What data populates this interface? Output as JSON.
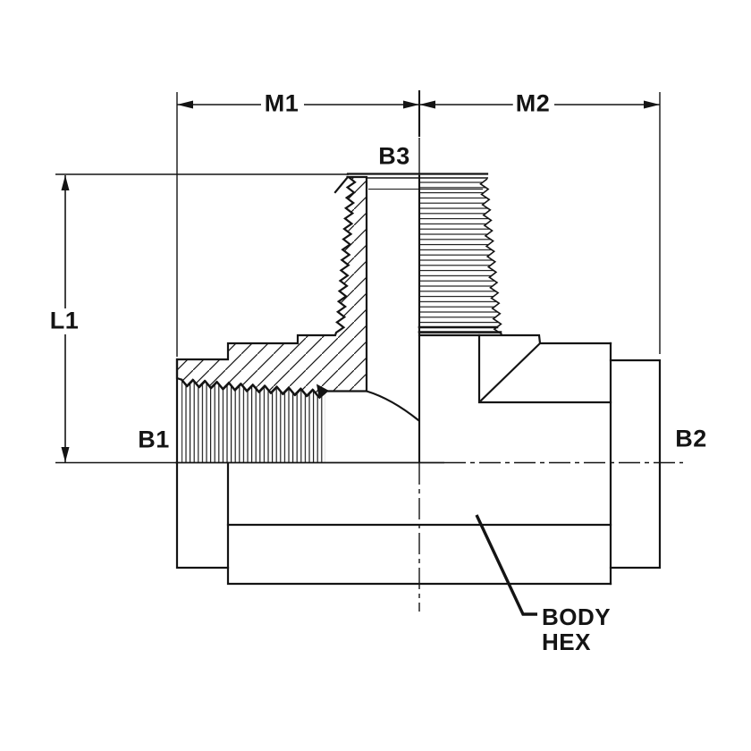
{
  "labels": {
    "m1": "M1",
    "m2": "M2",
    "b3": "B3",
    "l1": "L1",
    "b1": "B1",
    "b2": "B2"
  },
  "annotations": {
    "body_hex_line1": "BODY",
    "body_hex_line2": "HEX"
  },
  "colors": {
    "background": "#ffffff",
    "line": "#141414",
    "text": "#141414"
  }
}
